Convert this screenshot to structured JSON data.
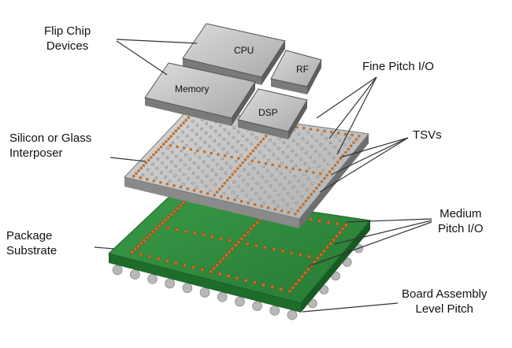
{
  "labels": {
    "flip_chip": [
      "Flip Chip",
      "Devices"
    ],
    "fine_pitch": [
      "Fine Pitch I/O"
    ],
    "interposer": [
      "Silicon or Glass",
      "Interposer"
    ],
    "tsvs": [
      "TSVs"
    ],
    "package": [
      "Package",
      "Substrate"
    ],
    "medium_pitch": [
      "Medium",
      "Pitch I/O"
    ],
    "board": [
      "Board Assembly",
      "Level Pitch"
    ]
  },
  "chips": {
    "cpu": "CPU",
    "memory": "Memory",
    "rf": "RF",
    "dsp": "DSP"
  },
  "colors": {
    "substrate_top": "#2e8a3c",
    "substrate_side": "#1e6b2a",
    "interposer_top": "#c4c4c4",
    "interposer_side": "#8a8a8a",
    "chip_top": "#bdbdbd",
    "chip_side": "#7a7a7a",
    "pad": "#c0702c",
    "via": "#7a7a7a",
    "bump": "#b8b8b8"
  }
}
